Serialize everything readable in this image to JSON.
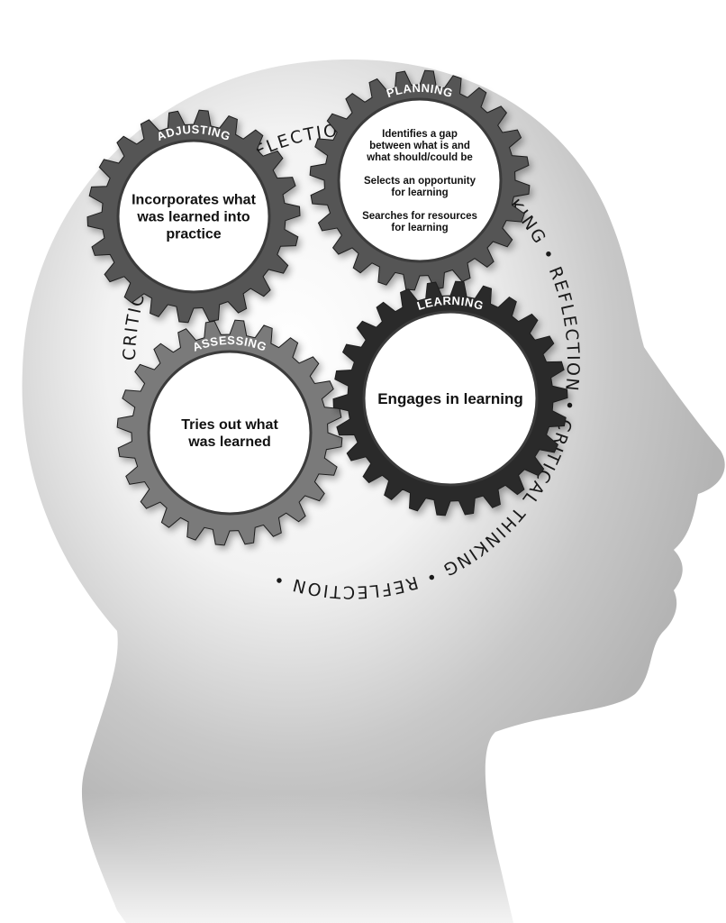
{
  "ring_text": "CRITICAL THINKING • REFLECTION • CRITICAL THINKING • REFLECTION • CRITICAL THINKING • REFLECTION •",
  "colors": {
    "head": "#bdbdbd",
    "gear_dark": "#2b2b2b",
    "gear_mid": "#555555",
    "gear_light": "#7a7a7a",
    "face": "#ffffff"
  },
  "gears": [
    {
      "id": "adjusting",
      "title": "ADJUSTING",
      "lines": [
        "Incorporates what",
        "was learned into",
        "practice"
      ],
      "icon": "gear-icon"
    },
    {
      "id": "planning",
      "title": "PLANNING",
      "lines": [
        "Identifies a gap",
        "between what is and",
        "what should/could be",
        "",
        "Selects an opportunity",
        "for learning",
        "",
        "Searches for resources",
        "for learning"
      ],
      "icon": "gear-icon"
    },
    {
      "id": "assessing",
      "title": "ASSESSING",
      "lines": [
        "Tries out what",
        "was learned"
      ],
      "icon": "gear-icon"
    },
    {
      "id": "learning",
      "title": "LEARNING",
      "lines": [
        "Engages in learning"
      ],
      "icon": "gear-icon"
    }
  ]
}
